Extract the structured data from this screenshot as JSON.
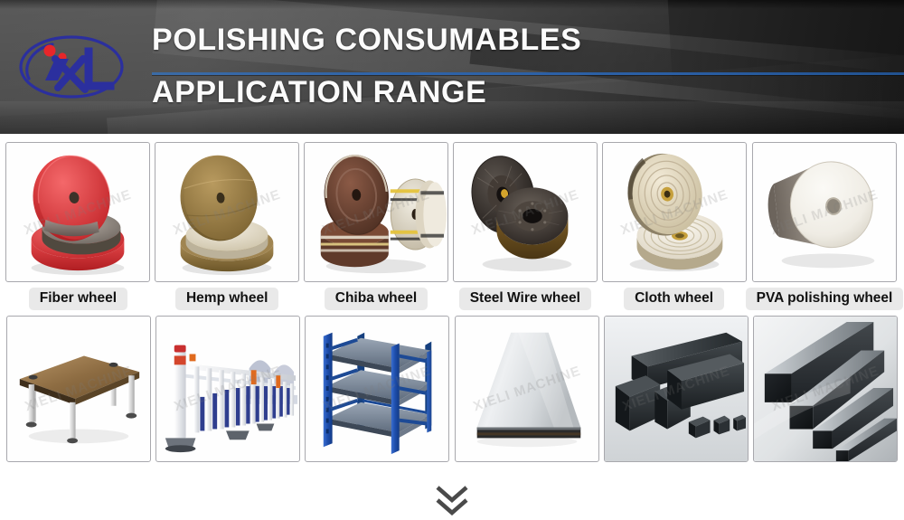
{
  "header": {
    "logo": {
      "name": "xieli-logo",
      "text": "XL",
      "ellipse_color": "#2b2f9e",
      "dot_color": "#e8262a"
    },
    "title_line1": "POLISHING CONSUMABLES",
    "title_line2": "APPLICATION RANGE",
    "divider_color": "#2e63a8",
    "background_color": "#3d3d3d"
  },
  "watermark": {
    "text": "XIELI MACHINE"
  },
  "grid": {
    "row1": [
      {
        "label": "Fiber wheel",
        "image": "fiber-wheel-photo",
        "colors": {
          "primary": "#e8393c",
          "secondary": "#7a6f68"
        }
      },
      {
        "label": "Hemp wheel",
        "image": "hemp-wheel-photo",
        "colors": {
          "primary": "#9a7f46",
          "secondary": "#ded5c2"
        }
      },
      {
        "label": "Chiba wheel",
        "image": "chiba-wheel-photo",
        "colors": {
          "primary": "#6b4236",
          "secondary": "#e6d9c4",
          "accent": "#e8c63a"
        }
      },
      {
        "label": "Steel Wire wheel",
        "image": "steel-wire-wheel-photo",
        "colors": {
          "primary": "#3a3330",
          "secondary": "#8a6a33"
        }
      },
      {
        "label": "Cloth wheel",
        "image": "cloth-wheel-photo",
        "colors": {
          "primary": "#e6dcc6",
          "secondary": "#b3a37f"
        }
      },
      {
        "label": "PVA polishing wheel",
        "image": "pva-polishing-wheel-photo",
        "colors": {
          "primary": "#efede6",
          "secondary": "#8d857c"
        }
      }
    ],
    "row2": [
      {
        "label": "",
        "image": "office-table-photo",
        "colors": {
          "primary": "#9a7b4f",
          "secondary": "#dcdcdc"
        }
      },
      {
        "label": "",
        "image": "road-guardrail-fence-photo",
        "colors": {
          "primary": "#e9ecf1",
          "secondary": "#2f3e7e"
        }
      },
      {
        "label": "",
        "image": "blue-storage-rack-photo",
        "colors": {
          "primary": "#1f4fa8",
          "secondary": "#16387a"
        }
      },
      {
        "label": "",
        "image": "steel-plate-photo",
        "colors": {
          "primary": "#cfd3d6",
          "secondary": "#2b2b2b"
        }
      },
      {
        "label": "",
        "image": "square-steel-tubes-photo",
        "colors": {
          "primary": "#3a3d40",
          "secondary": "#111315"
        }
      },
      {
        "label": "",
        "image": "polished-stainless-square-bars-photo",
        "colors": {
          "primary": "#9aa0a6",
          "secondary": "#2a2c2e"
        }
      }
    ]
  },
  "footer": {
    "scroll_hint_icon": "double-chevron-down-icon",
    "color": "#4a4a4a"
  }
}
